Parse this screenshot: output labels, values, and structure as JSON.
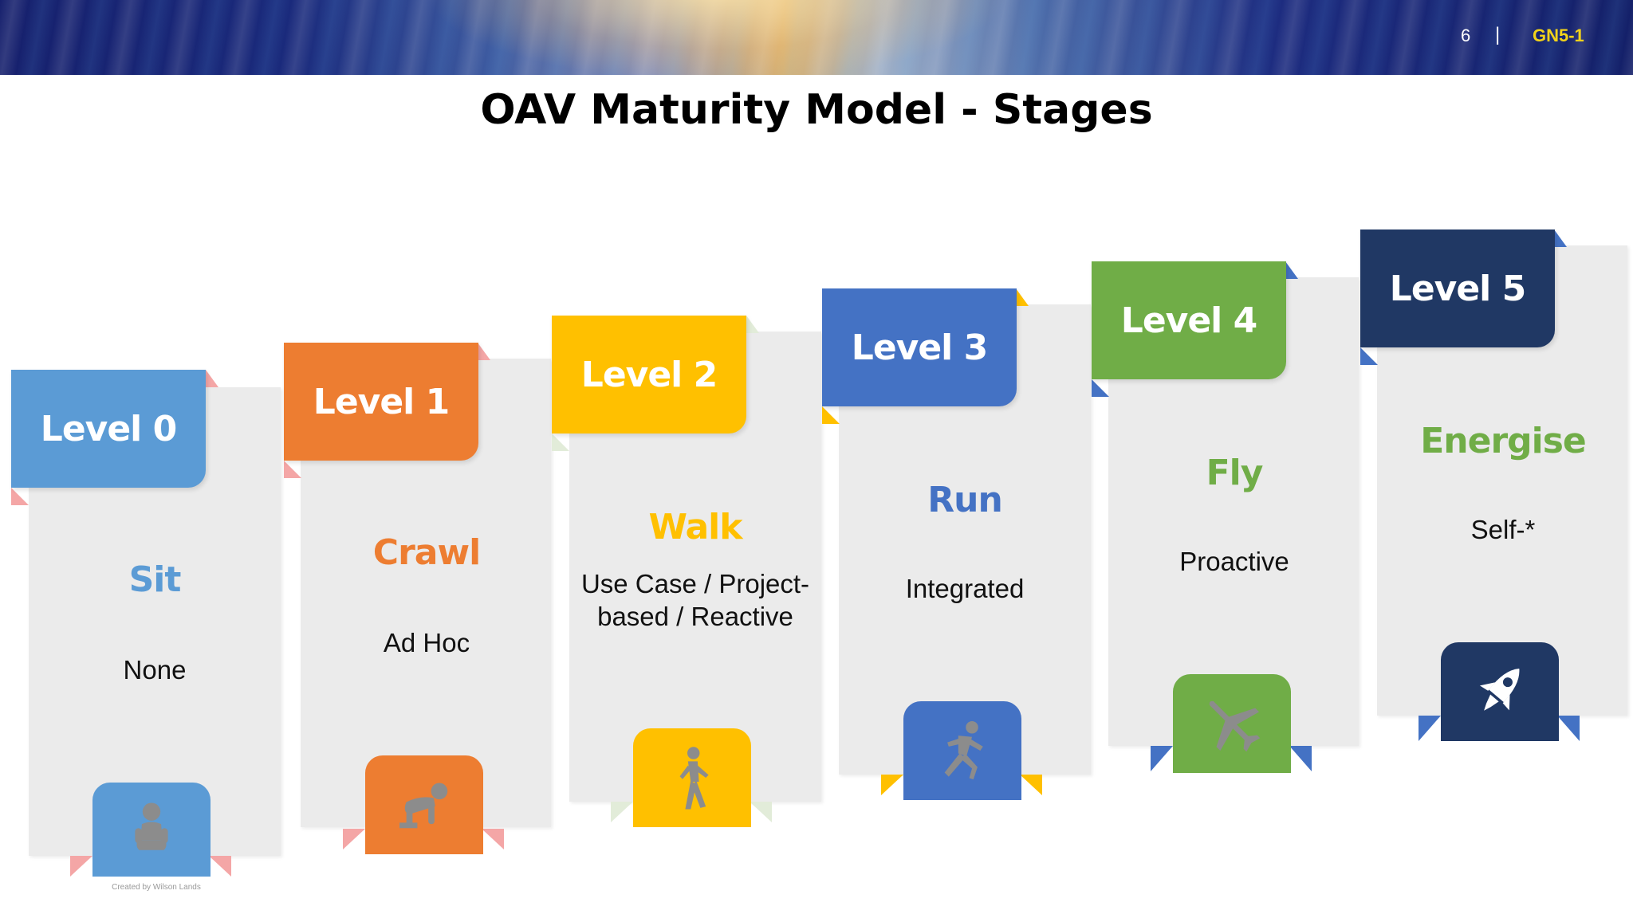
{
  "header": {
    "page_number": "6",
    "separator": "|",
    "doc_code": "GN5-1"
  },
  "title": "OAV Maturity Model - Stages",
  "stages": [
    {
      "level": "Level 0",
      "name": "Sit",
      "description": "None",
      "color": "#5b9bd5",
      "name_color": "#5b9bd5",
      "icon": "sitting-baby-icon",
      "credit": "Created by Wilson Lands"
    },
    {
      "level": "Level 1",
      "name": "Crawl",
      "description": "Ad Hoc",
      "color": "#ed7d31",
      "name_color": "#ed7d31",
      "icon": "crawling-baby-icon",
      "credit": ""
    },
    {
      "level": "Level 2",
      "name": "Walk",
      "description": "Use Case / Project-based / Reactive",
      "color": "#ffc000",
      "name_color": "#ffc000",
      "icon": "walking-person-icon",
      "credit": ""
    },
    {
      "level": "Level 3",
      "name": "Run",
      "description": "Integrated",
      "color": "#4472c4",
      "name_color": "#4472c4",
      "icon": "running-person-icon",
      "credit": ""
    },
    {
      "level": "Level 4",
      "name": "Fly",
      "description": "Proactive",
      "color": "#70ad47",
      "name_color": "#70ad47",
      "icon": "airplane-icon",
      "credit": ""
    },
    {
      "level": "Level 5",
      "name": "Energise",
      "description": "Self-*",
      "color": "#203864",
      "name_color": "#70ad47",
      "icon": "rocket-icon",
      "credit": ""
    }
  ]
}
